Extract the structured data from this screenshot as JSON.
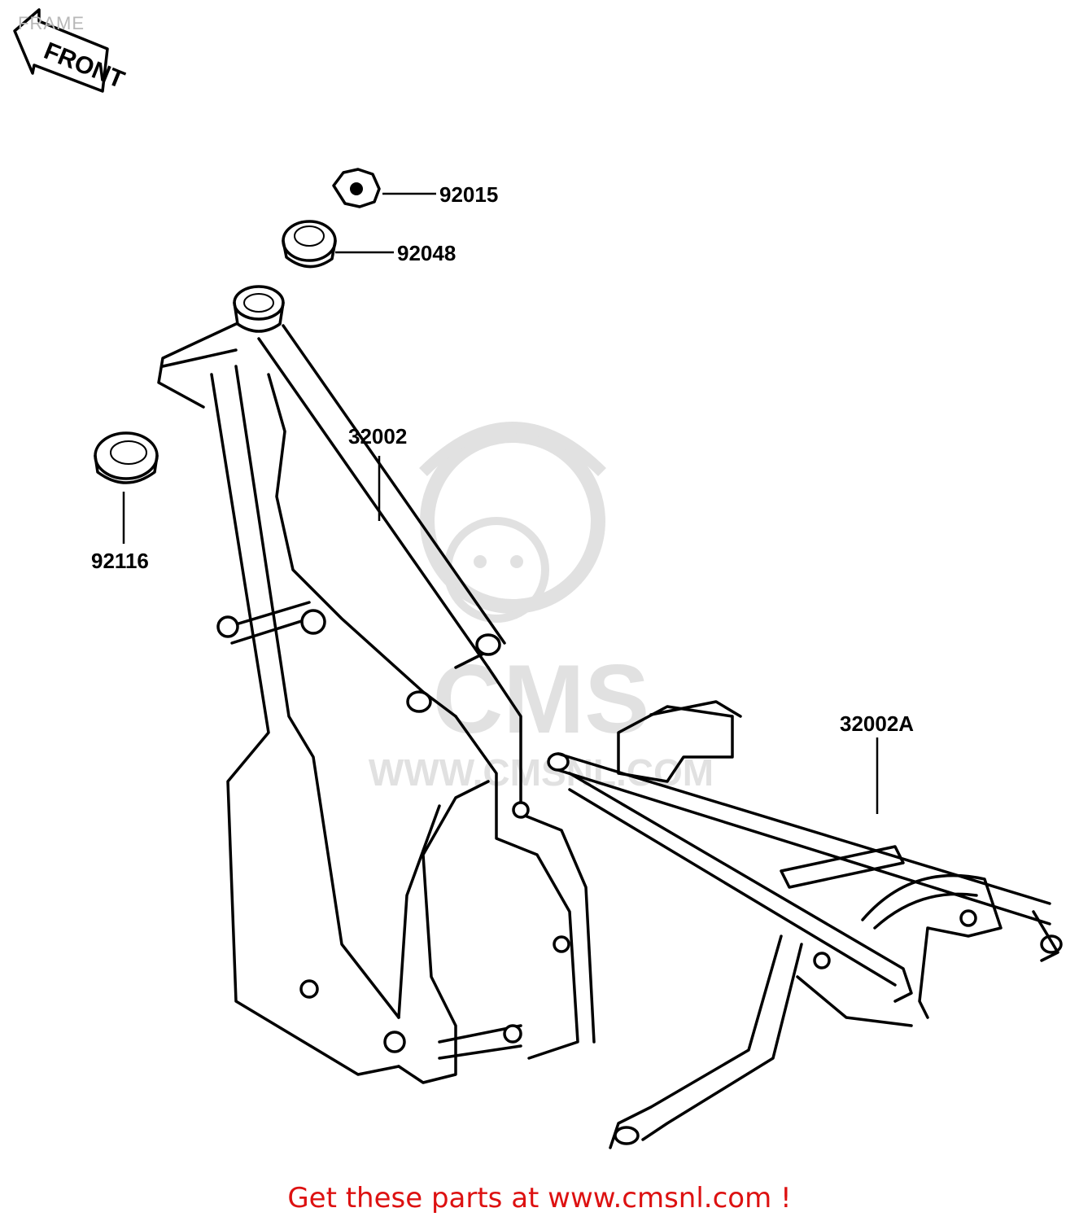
{
  "page": {
    "title": "FRAME"
  },
  "front_arrow": {
    "label": "FRONT"
  },
  "watermark": {
    "brand": "CMS",
    "url": "WWW.CMSNL.COM"
  },
  "parts": [
    {
      "number": "92015"
    },
    {
      "number": "92048"
    },
    {
      "number": "32002"
    },
    {
      "number": "92116"
    },
    {
      "number": "32002A"
    }
  ],
  "footer": {
    "text": "Get these parts at www.cmsnl.com !",
    "color": "#dd1111"
  }
}
